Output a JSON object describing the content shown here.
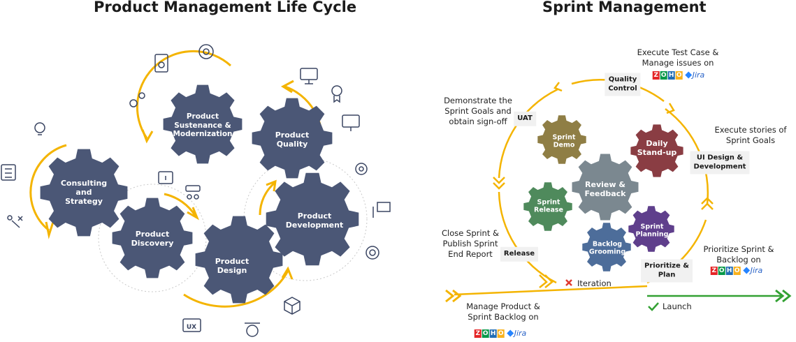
{
  "left": {
    "title": "Product Management Life Cycle",
    "gears": {
      "consulting": "Consulting\nand\nStrategy",
      "discovery": "Product\nDiscovery",
      "sustenance": "Product\nSustenance &\nModernization",
      "design": "Product\nDesign",
      "quality": "Product\nQuality",
      "development": "Product\nDevelopment"
    },
    "ux_label": "UX"
  },
  "right": {
    "title": "Sprint Management",
    "gears": {
      "sprint_demo": "Sprint\nDemo",
      "daily_standup": "Daily\nStand-up",
      "review_feedback": "Review &\nFeedback",
      "sprint_release": "Sprint\nRelease",
      "sprint_planning": "Sprint\nPlanning",
      "backlog_grooming": "Backlog\nGrooming"
    },
    "tags": {
      "quality_control": "Quality\nControl",
      "uat": "UAT",
      "ui_design": "UI Design &\nDevelopment",
      "release": "Release",
      "prioritize_plan": "Prioritize &\nPlan"
    },
    "notes": {
      "execute_test": "Execute Test Case &\nManage issues on",
      "demonstrate": "Demonstrate the\nSprint Goals and\nobtain sign-off",
      "execute_stories": "Execute stories of\nSprint Goals",
      "close_sprint": "Close Sprint &\nPublish Sprint\nEnd Report",
      "prioritize_sprint": "Prioritize Sprint &\nBacklog on",
      "manage_product": "Manage Product &\nSprint Backlog on"
    },
    "iteration": "Iteration",
    "launch": "Launch",
    "zoho_letters": [
      "Z",
      "O",
      "H",
      "O"
    ],
    "jira_label": "Jira"
  },
  "colors": {
    "gear_navy": "#4b5776",
    "accent_yellow": "#f4b400",
    "demo_olive": "#8f7e45",
    "standup_red": "#8a3d43",
    "review_slate": "#7b8890",
    "release_green": "#4f8a5c",
    "planning_purple": "#5f3f8c",
    "grooming_blue": "#4d6d9a",
    "launch_green": "#33a133",
    "iteration_red": "#e03a2f",
    "zoho_red": "#e42527",
    "zoho_green": "#089949",
    "zoho_blue": "#226db4",
    "zoho_yellow": "#f9b21d"
  }
}
